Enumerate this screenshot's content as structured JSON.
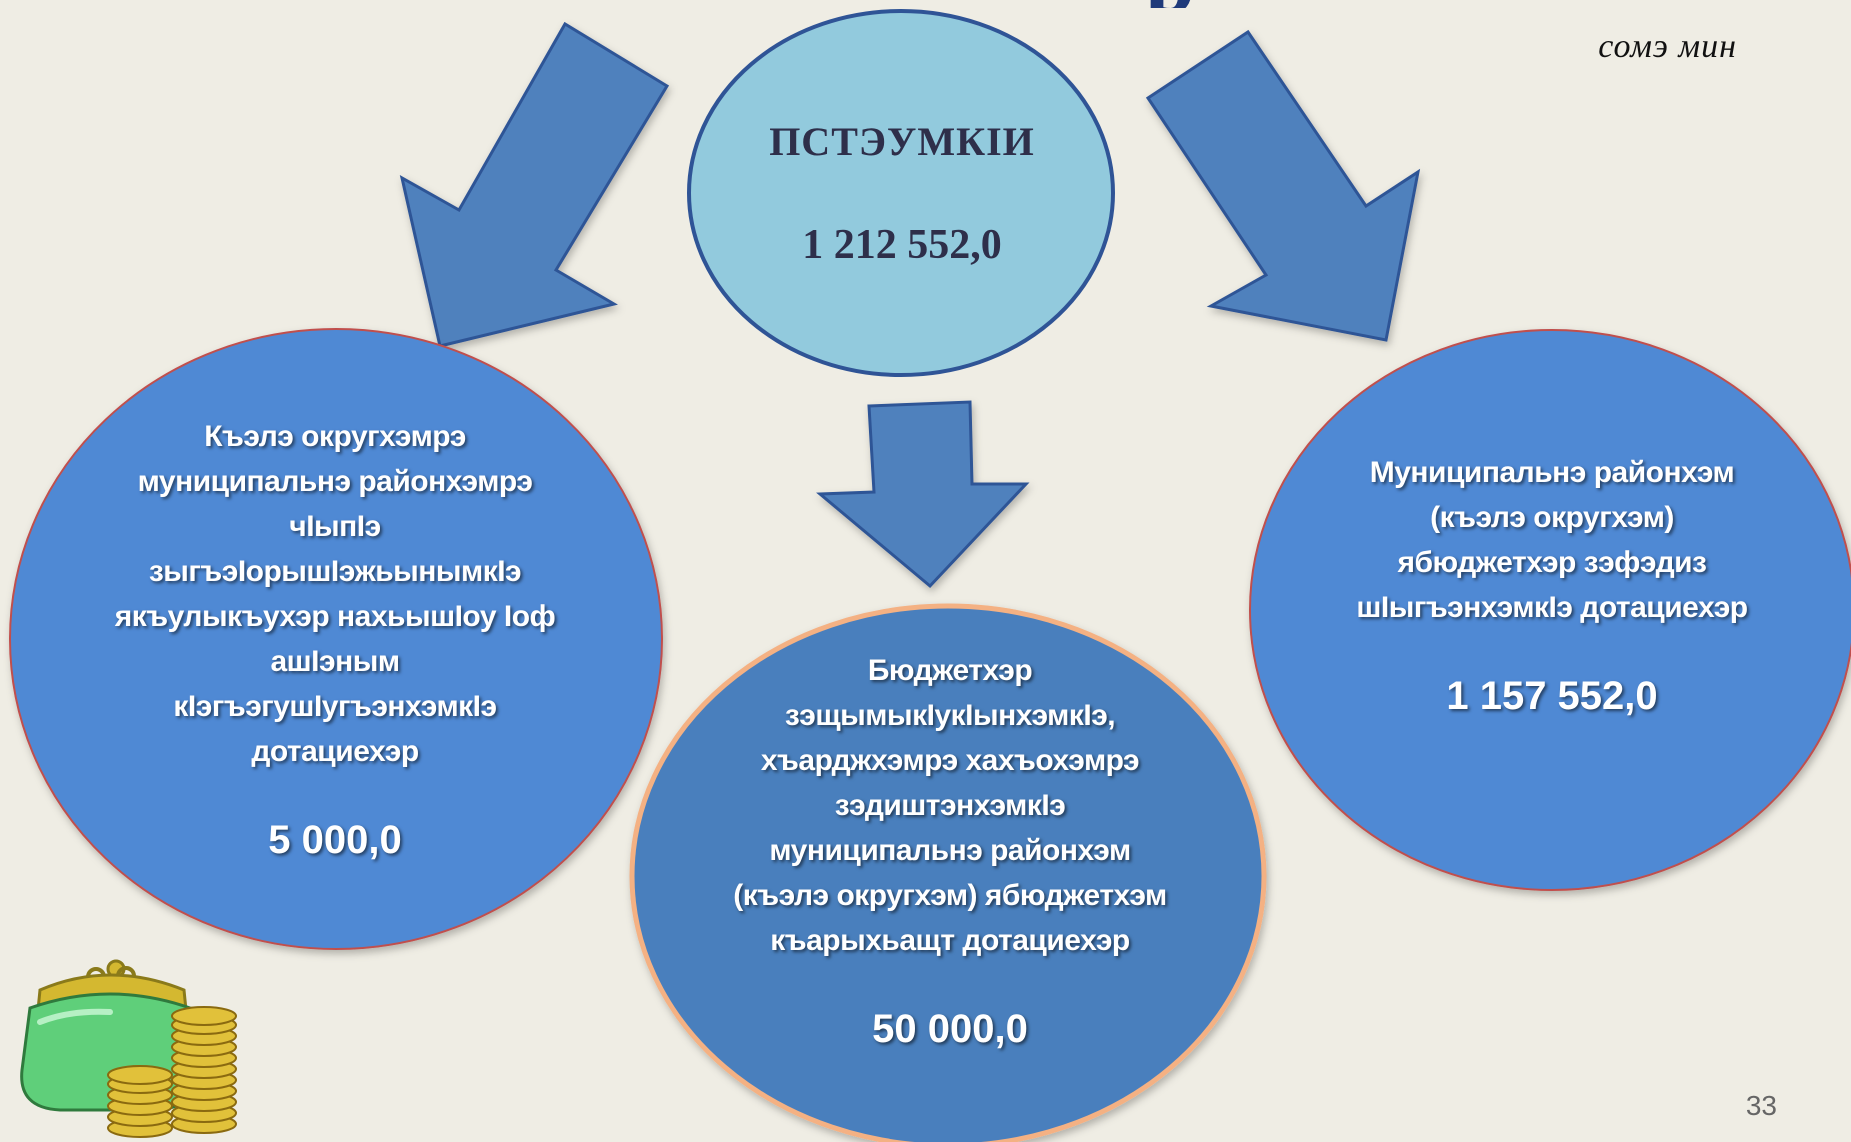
{
  "slide": {
    "title_fragment": "р",
    "unit_label": "сомэ мин",
    "page_number": "33"
  },
  "center_node": {
    "label": "ПСТЭУМКIИ",
    "amount": "1 212 552,0"
  },
  "left_node": {
    "label": "Къэлэ округхэмрэ муниципальнэ районхэмрэ чIыпIэ зыгъэIорышIэжьынымкIэ якъулыкъухэр нахьышIоу Iоф ашIэным кIэгъэгушIугъэнхэмкIэ дотациехэр",
    "amount": "5 000,0"
  },
  "middle_node": {
    "label": "Бюджетхэр зэщымыкIукIынхэмкIэ, хъарджхэмрэ хахъохэмрэ зэдиштэнхэмкIэ муниципальнэ районхэм (къэлэ округхэм) ябюджетхэм къарыхьащт дотациехэр",
    "amount": "50 000,0"
  },
  "right_node": {
    "label": "Муниципальнэ районхэм (къэлэ округхэм) ябюджетхэр зэфэдиз шIыгъэнхэмкIэ дотациехэр",
    "amount": "1 157 552,0"
  },
  "colors": {
    "background": "#efede4",
    "top_circle": "#92cadd",
    "node_fill": "#4f88d3",
    "node_fill_middle": "#4a7fbd",
    "arrow": "#4f81bd",
    "outline": "#2f5496"
  },
  "icons": [
    "purse-icon",
    "coin-stack-icon"
  ]
}
